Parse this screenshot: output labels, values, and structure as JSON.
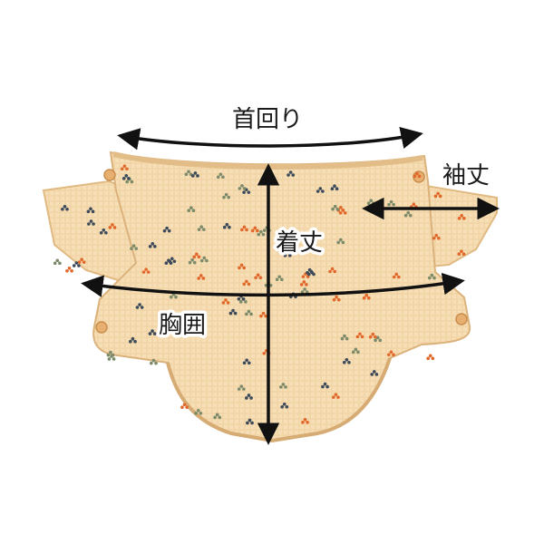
{
  "labels": {
    "neck": "首回り",
    "sleeve": "袖丈",
    "length": "着丈",
    "chest": "胸囲"
  },
  "colors": {
    "fabric": "#f2d6a8",
    "fabric_shadow": "#e3bf8a",
    "fabric_edge": "#d9b07a",
    "arrow": "#111111",
    "flower_orange": "#e2672a",
    "flower_navy": "#3c4a5a",
    "flower_leaf": "#7c8a6a",
    "button": "#e8b070"
  }
}
